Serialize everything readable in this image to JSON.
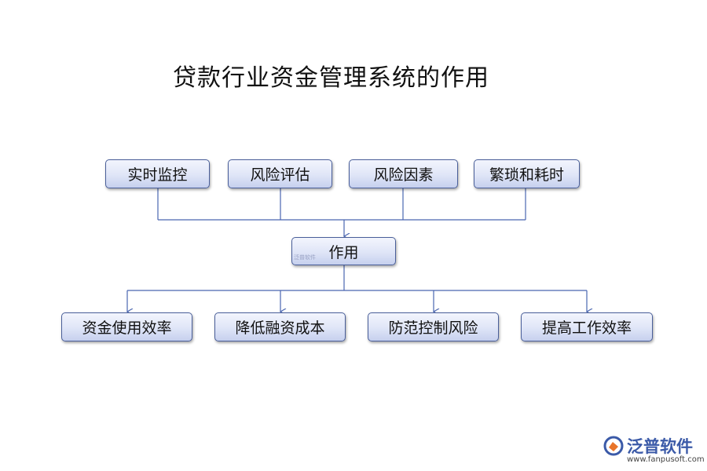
{
  "title": "贷款行业资金管理系统的作用",
  "top_nodes": [
    "实时监控",
    "风险评估",
    "风险因素",
    "繁琐和耗时"
  ],
  "center_node": "作用",
  "center_watermark": "泛普软件",
  "bottom_nodes": [
    "资金使用效率",
    "降低融资成本",
    "防范控制风险",
    "提高工作效率"
  ],
  "logo": {
    "name": "泛普软件",
    "url": "www.fanpusoft.com"
  },
  "colors": {
    "node_border": "#4a5f9a",
    "connector": "#4a66b0",
    "brand": "#3b5aa8"
  }
}
